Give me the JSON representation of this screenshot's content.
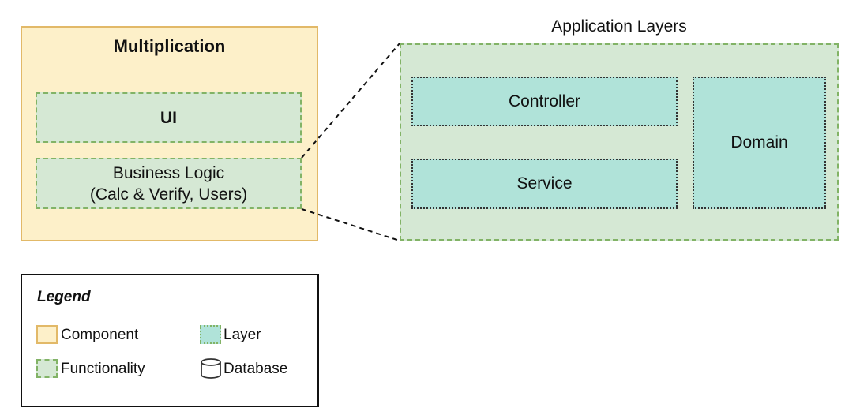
{
  "component": {
    "title": "Multiplication",
    "functionalities": {
      "ui": "UI",
      "business_logic_line1": "Business Logic",
      "business_logic_line2": "(Calc & Verify, Users)"
    }
  },
  "application_layers": {
    "title": "Application Layers",
    "layers": {
      "controller": "Controller",
      "service": "Service",
      "domain": "Domain"
    }
  },
  "legend": {
    "title": "Legend",
    "component": "Component",
    "layer": "Layer",
    "functionality": "Functionality",
    "database": "Database"
  },
  "colors": {
    "component_fill": "#fdf0c9",
    "component_border": "#e2b968",
    "functionality_fill": "#d5e8d4",
    "functionality_border": "#82b366",
    "layer_fill": "#b0e3d9"
  }
}
